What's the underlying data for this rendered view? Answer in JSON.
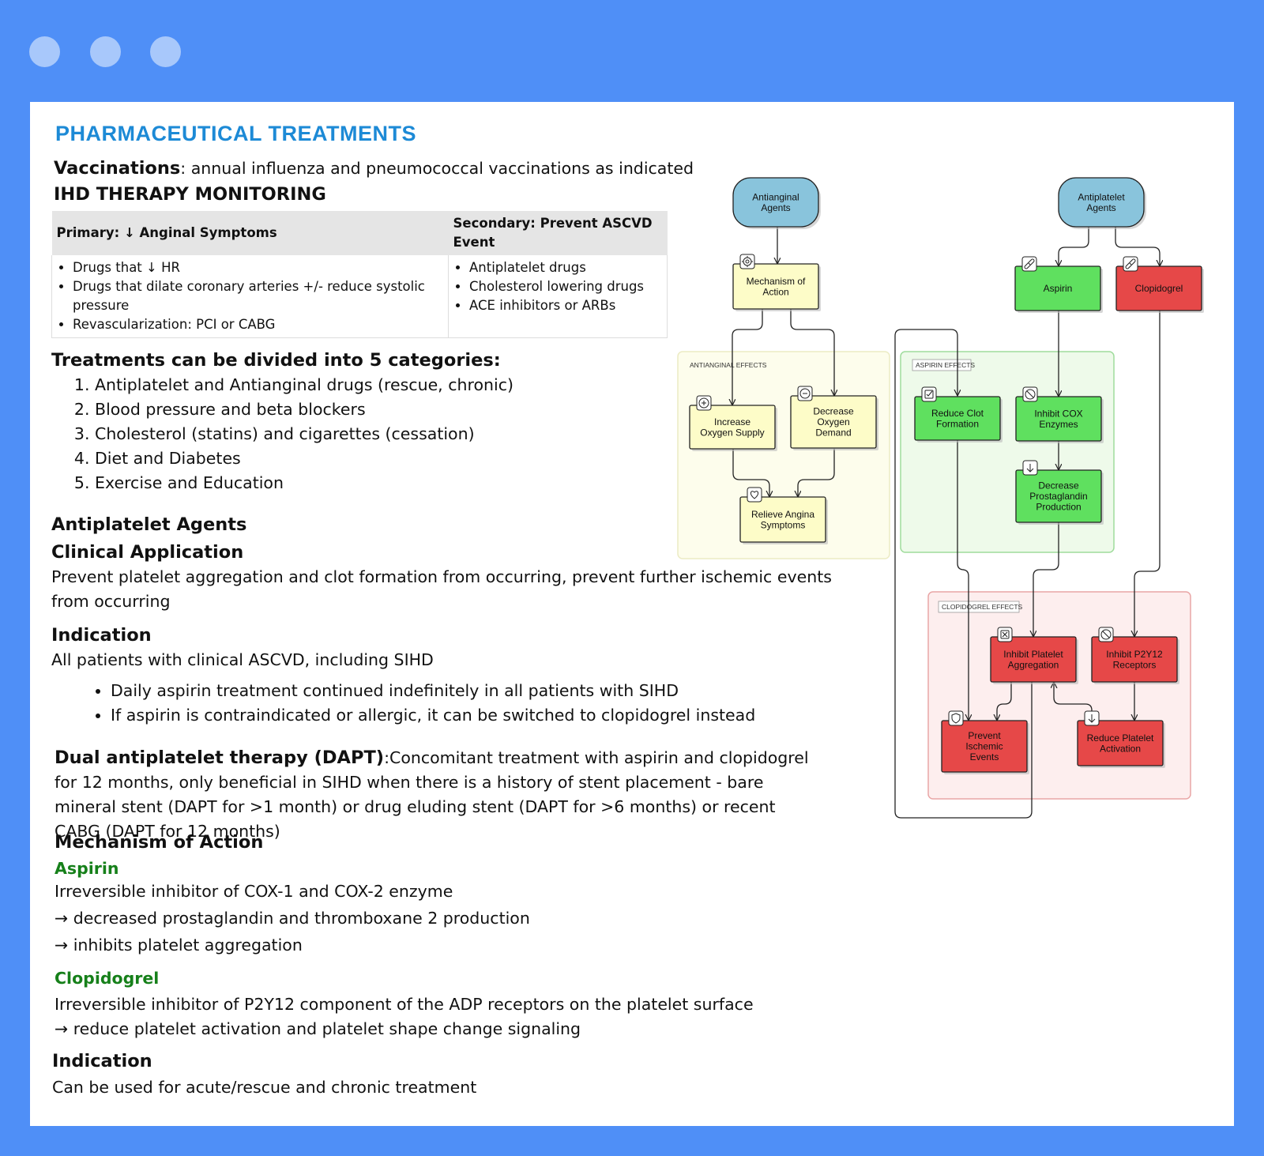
{
  "page": {
    "title": "PHARMACEUTICAL TREATMENTS",
    "vaccinations_label": "Vaccinations",
    "vaccinations_text": ": annual influenza and pneumococcal vaccinations as indicated",
    "monitoring_heading": "IHD THERAPY MONITORING",
    "monitoring_table": {
      "primary_header": "Primary: ↓ Anginal Symptoms",
      "secondary_header": "Secondary: Prevent ASCVD Event",
      "primary_items": [
        "Drugs that ↓ HR",
        "Drugs that dilate coronary arteries +/- reduce systolic pressure",
        "Revascularization: PCI or CABG"
      ],
      "secondary_items": [
        "Antiplatelet drugs",
        "Cholesterol lowering drugs",
        "ACE inhibitors or ARBs"
      ]
    },
    "categories_heading": "Treatments can be divided into 5 categories:",
    "categories": [
      "Antiplatelet and Antianginal drugs (rescue, chronic)",
      "Blood pressure and beta blockers",
      "Cholesterol (statins) and cigarettes (cessation)",
      "Diet and Diabetes",
      "Exercise and Education"
    ],
    "antiplatelet_heading": "Antiplatelet Agents",
    "clinical_application_heading": "Clinical Application",
    "clinical_application_text": "Prevent platelet aggregation and clot formation from occurring, prevent further ischemic events from occurring",
    "indication_heading": "Indication",
    "indication_text": "All patients with clinical ASCVD, including SIHD",
    "indication_items": [
      "Daily aspirin treatment continued indefinitely in all patients with SIHD",
      "If aspirin is contraindicated or allergic, it can be switched to clopidogrel instead"
    ],
    "dapt_label": "Dual antiplatelet therapy (DAPT)",
    "dapt_text": ":Concomitant treatment with aspirin and clopidogrel for 12 months, only beneficial in SIHD when there is a history of stent placement - bare mineral stent (DAPT for >1 month) or drug eluding stent (DAPT for >6 months) or recent CABG (DAPT for 12 months)",
    "moa_heading": "Mechanism of Action",
    "aspirin_heading": "Aspirin",
    "aspirin_lines": [
      "Irreversible inhibitor of COX-1 and COX-2 enzyme",
      "→ decreased prostaglandin and thromboxane 2 production",
      "→ inhibits platelet aggregation"
    ],
    "clopidogrel_heading": "Clopidogrel",
    "clopidogrel_lines": [
      "Irreversible inhibitor of P2Y12 component of the ADP receptors on the platelet surface",
      "→ reduce platelet activation and platelet shape change signaling"
    ],
    "indication2_heading": "Indication",
    "indication2_text": "Can be used for acute/rescue and chronic treatment"
  },
  "diagram": {
    "colors": {
      "blue": "#89c4dc",
      "yellow": "#fdfcc8",
      "green": "#5fe05f",
      "red": "#e64848",
      "yellow_group": "#fdfdec",
      "green_group": "#eefaea",
      "red_group": "#fdeeee"
    },
    "groups": {
      "antianginal": "ANTIANGINAL EFFECTS",
      "aspirin": "ASPIRIN EFFECTS",
      "clopidogrel": "CLOPIDOGREL EFFECTS"
    },
    "nodes": {
      "antianginal_agents": [
        "Antianginal",
        "Agents"
      ],
      "antiplatelet_agents": [
        "Antiplatelet",
        "Agents"
      ],
      "mechanism": [
        "Mechanism of",
        "Action"
      ],
      "aspirin": [
        "Aspirin"
      ],
      "clopidogrel": [
        "Clopidogrel"
      ],
      "increase_o2": [
        "Increase",
        "Oxygen Supply"
      ],
      "decrease_o2": [
        "Decrease",
        "Oxygen",
        "Demand"
      ],
      "relieve_angina": [
        "Relieve Angina",
        "Symptoms"
      ],
      "reduce_clot": [
        "Reduce Clot",
        "Formation"
      ],
      "inhibit_cox": [
        "Inhibit COX",
        "Enzymes"
      ],
      "decrease_pg": [
        "Decrease",
        "Prostaglandin",
        "Production"
      ],
      "inhibit_aggregation": [
        "Inhibit Platelet",
        "Aggregation"
      ],
      "inhibit_p2y12": [
        "Inhibit P2Y12",
        "Receptors"
      ],
      "prevent_ischemic": [
        "Prevent",
        "Ischemic",
        "Events"
      ],
      "reduce_activation": [
        "Reduce Platelet",
        "Activation"
      ]
    },
    "icons": {
      "mechanism": "gear-icon",
      "aspirin": "pill-icon",
      "clopidogrel": "pill-icon",
      "increase_o2": "plus-circle-icon",
      "decrease_o2": "minus-circle-icon",
      "relieve_angina": "heart-icon",
      "reduce_clot": "check-square-icon",
      "inhibit_cox": "ban-icon",
      "decrease_pg": "arrow-down-icon",
      "inhibit_aggregation": "x-square-icon",
      "inhibit_p2y12": "ban-icon",
      "prevent_ischemic": "shield-icon",
      "reduce_activation": "arrow-down-icon"
    }
  }
}
